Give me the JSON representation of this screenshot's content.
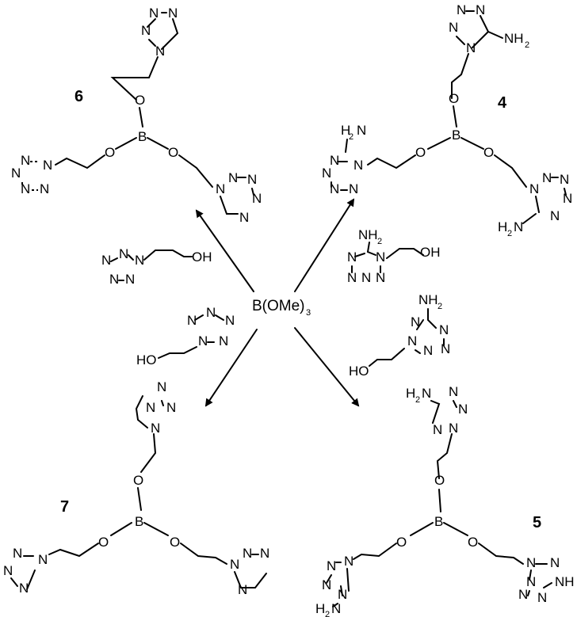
{
  "reagent": {
    "label": "B(OMe)",
    "subscript": "3"
  },
  "compound_numbers": {
    "c6": "6",
    "c4": "4",
    "c7": "7",
    "c5": "5"
  },
  "atoms": {
    "N": "N",
    "O": "O",
    "B": "B",
    "NH2": "NH",
    "H2N": "H",
    "two": "2",
    "HO": "HO",
    "OH": "OH"
  },
  "colors": {
    "ink": "#000000",
    "background": "#ffffff"
  }
}
